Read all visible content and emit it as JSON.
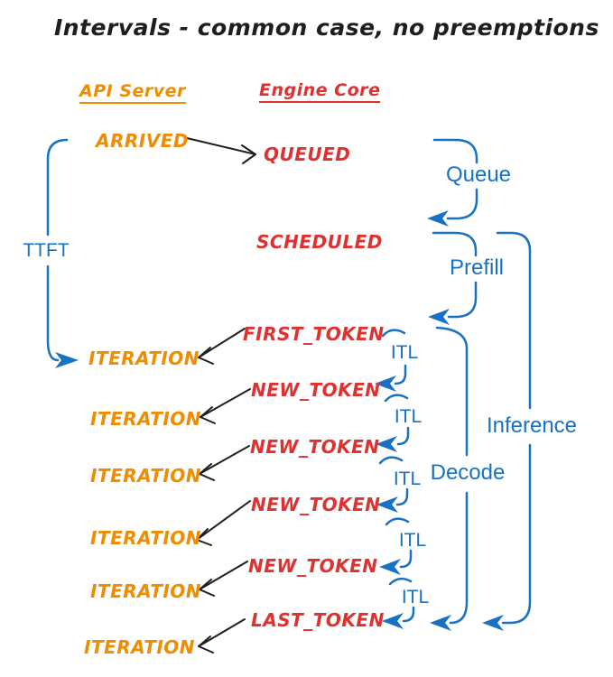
{
  "title": "Intervals - common case, no preemptions",
  "columns": {
    "api_server": "API Server",
    "engine_core": "Engine Core"
  },
  "api_server": {
    "events": [
      "ARRIVED",
      "ITERATION",
      "ITERATION",
      "ITERATION",
      "ITERATION",
      "ITERATION",
      "ITERATION"
    ]
  },
  "engine_core": {
    "events": [
      "QUEUED",
      "SCHEDULED",
      "FIRST_TOKEN",
      "NEW_TOKEN",
      "NEW_TOKEN",
      "NEW_TOKEN",
      "NEW_TOKEN",
      "LAST_TOKEN"
    ]
  },
  "intervals": {
    "ttft": "TTFT",
    "queue": "Queue",
    "prefill": "Prefill",
    "decode": "Decode",
    "inference": "Inference",
    "itl": [
      "ITL",
      "ITL",
      "ITL",
      "ITL",
      "ITL"
    ]
  },
  "relations": {
    "arrival_arrow": {
      "from": "ARRIVED",
      "to": "QUEUED"
    },
    "token_arrows": [
      {
        "from": "FIRST_TOKEN",
        "to": "ITERATION"
      },
      {
        "from": "NEW_TOKEN",
        "to": "ITERATION"
      },
      {
        "from": "NEW_TOKEN",
        "to": "ITERATION"
      },
      {
        "from": "NEW_TOKEN",
        "to": "ITERATION"
      },
      {
        "from": "NEW_TOKEN",
        "to": "ITERATION"
      },
      {
        "from": "LAST_TOKEN",
        "to": "ITERATION"
      }
    ],
    "interval_spans": [
      {
        "label": "TTFT",
        "from": "ARRIVED",
        "to": "ITERATION"
      },
      {
        "label": "Queue",
        "from": "QUEUED",
        "to": "SCHEDULED"
      },
      {
        "label": "Prefill",
        "from": "SCHEDULED",
        "to": "FIRST_TOKEN"
      },
      {
        "label": "ITL",
        "from": "FIRST_TOKEN",
        "to": "NEW_TOKEN"
      },
      {
        "label": "Decode",
        "from": "FIRST_TOKEN",
        "to": "LAST_TOKEN"
      },
      {
        "label": "Inference",
        "from": "SCHEDULED",
        "to": "LAST_TOKEN"
      }
    ]
  },
  "colors": {
    "api_server": "#f08c00",
    "engine_core": "#e03131",
    "interval": "#1971c2",
    "connector": "#1e1e1e",
    "background": "#ffffff"
  }
}
